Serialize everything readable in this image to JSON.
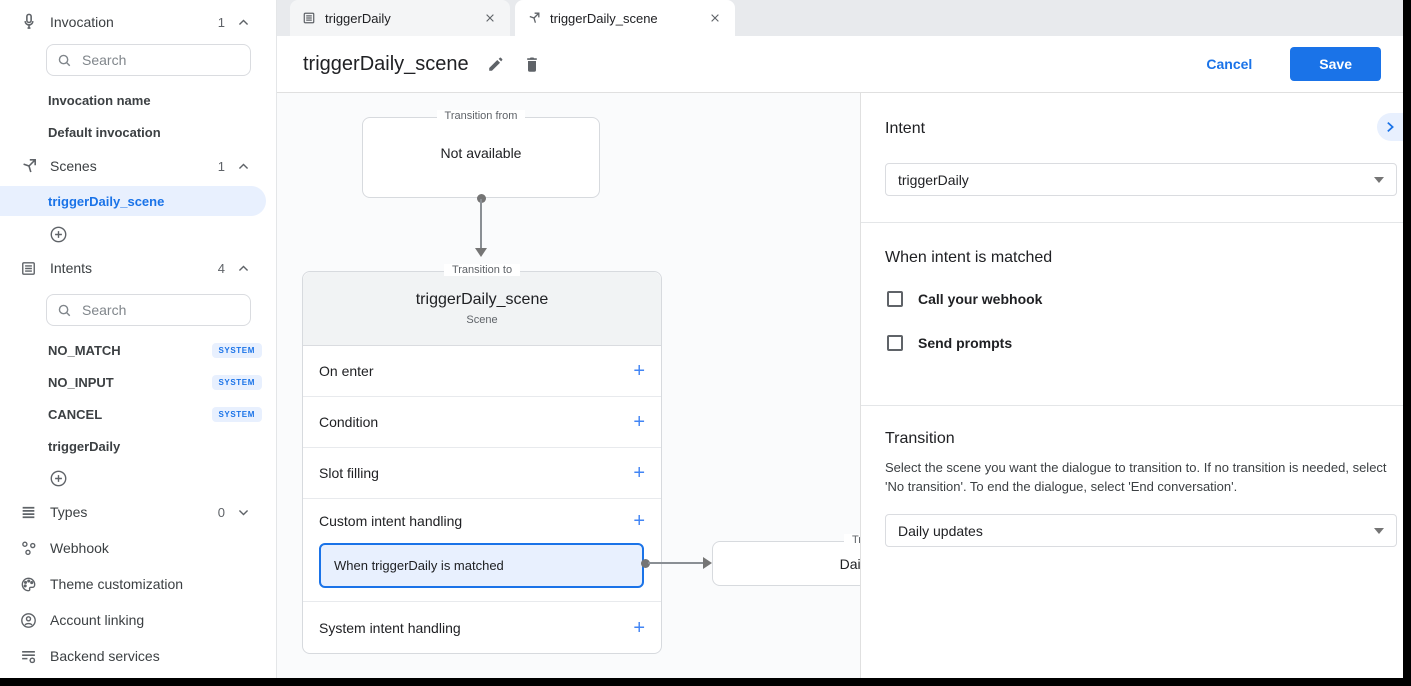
{
  "colors": {
    "accent": "#1a73e8",
    "accent_light": "#e8f0fe",
    "tabstrip_bg": "#e8eaed",
    "card_head_bg": "#f1f3f4"
  },
  "icons": {
    "invocation": "microphone",
    "scenes": "jump-arrow",
    "intents": "document-lines",
    "types": "reorder-lines",
    "webhook": "linked-dots",
    "theme": "palette",
    "account": "person-circle",
    "backend": "lines-gear",
    "search": "magnifier",
    "add": "plus-circle",
    "edit": "pencil",
    "delete": "trash",
    "close": "x",
    "collapse": "chevron-right",
    "expand_less": "chevron-up",
    "expand_more": "chevron-down"
  },
  "sidebar": {
    "invocation": {
      "label": "Invocation",
      "count": "1",
      "search_placeholder": "Search",
      "items": [
        {
          "label": "Invocation name"
        },
        {
          "label": "Default invocation"
        }
      ]
    },
    "scenes": {
      "label": "Scenes",
      "count": "1",
      "items": [
        {
          "label": "triggerDaily_scene",
          "selected": true
        }
      ]
    },
    "intents": {
      "label": "Intents",
      "count": "4",
      "search_placeholder": "Search",
      "items": [
        {
          "label": "NO_MATCH",
          "badge": "SYSTEM"
        },
        {
          "label": "NO_INPUT",
          "badge": "SYSTEM"
        },
        {
          "label": "CANCEL",
          "badge": "SYSTEM"
        },
        {
          "label": "triggerDaily"
        }
      ]
    },
    "types": {
      "label": "Types",
      "count": "0"
    },
    "links": [
      {
        "label": "Webhook"
      },
      {
        "label": "Theme customization"
      },
      {
        "label": "Account linking"
      },
      {
        "label": "Backend services"
      }
    ]
  },
  "tabs": [
    {
      "label": "triggerDaily",
      "icon": "intent",
      "active": false
    },
    {
      "label": "triggerDaily_scene",
      "icon": "scene",
      "active": true
    }
  ],
  "header": {
    "title": "triggerDaily_scene",
    "cancel_label": "Cancel",
    "save_label": "Save"
  },
  "canvas": {
    "transition_from": {
      "legend": "Transition from",
      "text": "Not available"
    },
    "scene_card": {
      "legend": "Transition to",
      "title": "triggerDaily_scene",
      "subtitle": "Scene",
      "rows": [
        "On enter",
        "Condition",
        "Slot filling",
        "Custom intent handling",
        "System intent handling"
      ],
      "add_label": "+",
      "selected_handler": "When triggerDaily is matched"
    },
    "target_box": {
      "legend": "Transition to",
      "text": "Daily updates"
    }
  },
  "panel": {
    "intent": {
      "heading": "Intent",
      "value": "triggerDaily"
    },
    "matched": {
      "heading": "When intent is matched",
      "checkboxes": [
        {
          "label": "Call your webhook",
          "checked": false
        },
        {
          "label": "Send prompts",
          "checked": false
        }
      ]
    },
    "transition": {
      "heading": "Transition",
      "description": "Select the scene you want the dialogue to transition to. If no transition is needed, select 'No transition'. To end the dialogue, select 'End conversation'.",
      "value": "Daily updates"
    }
  }
}
